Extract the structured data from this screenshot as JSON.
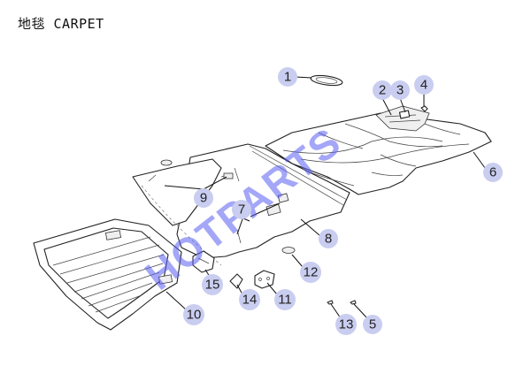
{
  "title": "地毯 CARPET",
  "watermark": "HOTPARTS",
  "callouts": [
    {
      "id": "1",
      "label": "1"
    },
    {
      "id": "2",
      "label": "2"
    },
    {
      "id": "3",
      "label": "3"
    },
    {
      "id": "4",
      "label": "4"
    },
    {
      "id": "5",
      "label": "5"
    },
    {
      "id": "6",
      "label": "6"
    },
    {
      "id": "7",
      "label": "7"
    },
    {
      "id": "8",
      "label": "8"
    },
    {
      "id": "9",
      "label": "9"
    },
    {
      "id": "10",
      "label": "10"
    },
    {
      "id": "11",
      "label": "11"
    },
    {
      "id": "12",
      "label": "12"
    },
    {
      "id": "13",
      "label": "13"
    },
    {
      "id": "14",
      "label": "14"
    },
    {
      "id": "15",
      "label": "15"
    }
  ]
}
